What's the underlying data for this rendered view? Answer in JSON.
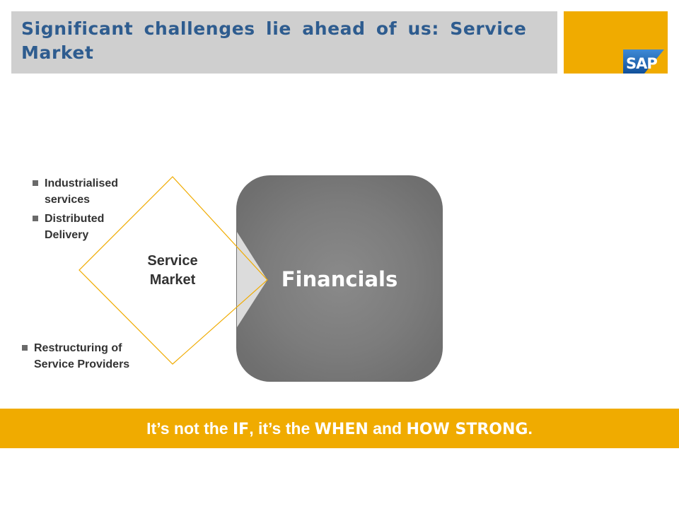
{
  "slide": {
    "title": "Significant challenges lie ahead of us: Service Market",
    "logo_text": "SAP",
    "diagram": {
      "center_label": "Financials",
      "diamond_label_line1": "Service",
      "diamond_label_line2": "Market",
      "bullets_top": [
        {
          "line1": "Industrialised",
          "line2": "services"
        },
        {
          "line1": "Distributed",
          "line2": "Delivery"
        }
      ],
      "bullets_bottom": [
        {
          "line1": "Restructuring of",
          "line2": "Service Providers"
        }
      ]
    },
    "banner": {
      "part1": "It’s not the ",
      "em1": "IF",
      "part2": ", it’s the ",
      "em2": "WHEN",
      "part3": " and ",
      "em3": "HOW STRONG",
      "part4": "."
    },
    "colors": {
      "title_text": "#2e5c8f",
      "title_bar": "#cfcfcf",
      "accent_gold": "#f0ab00",
      "sap_blue": "#1d6fb8",
      "financials_fill": "#7a7a7a"
    }
  }
}
